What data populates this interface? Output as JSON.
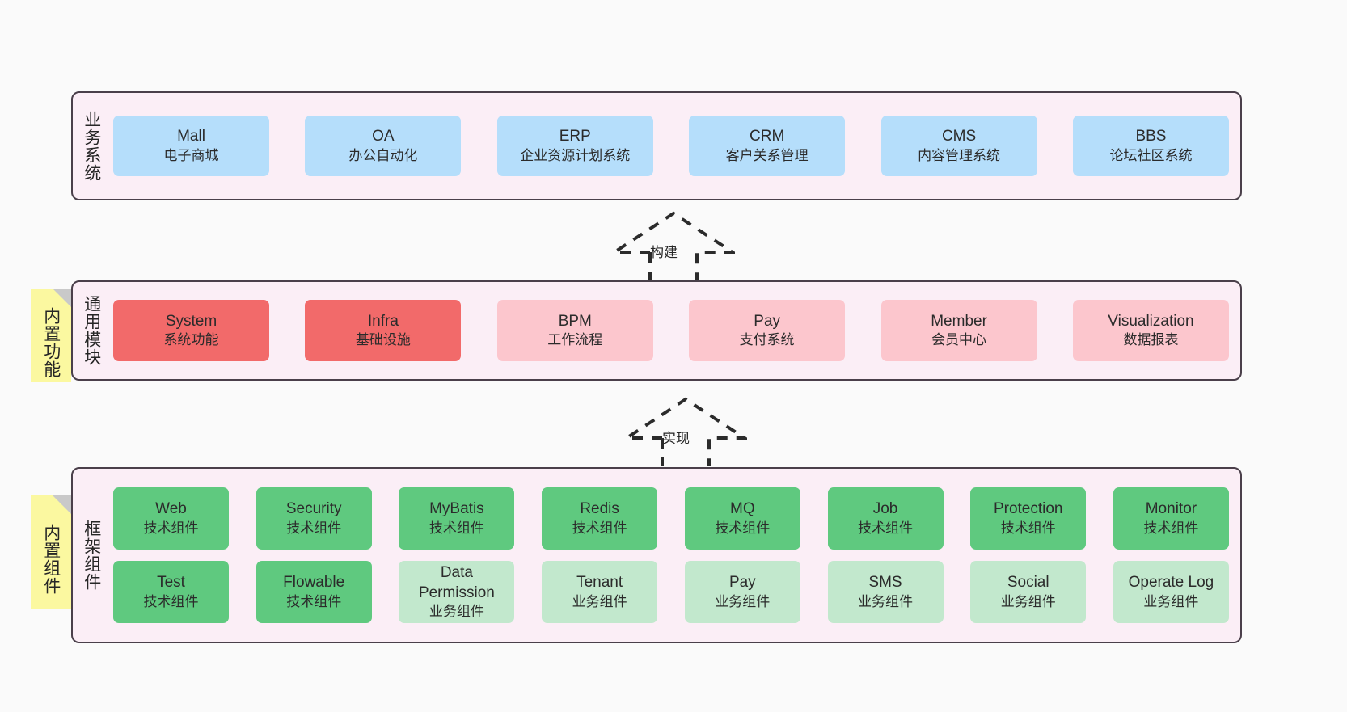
{
  "diagram": {
    "background_color": "#fafafa",
    "panel_color": "#fbeef6",
    "panel_border_color": "#4a3f4a",
    "sticky_color": "#fbf8a0"
  },
  "layers": [
    {
      "id": "business-system",
      "title": "业务系统",
      "sticky": null,
      "rows": [
        {
          "cards": [
            {
              "title": "Mall",
              "subtitle": "电子商城",
              "color": "#b5defb",
              "variant": "c-blue"
            },
            {
              "title": "OA",
              "subtitle": "办公自动化",
              "color": "#b5defb",
              "variant": "c-blue"
            },
            {
              "title": "ERP",
              "subtitle": "企业资源计划系统",
              "color": "#b5defb",
              "variant": "c-blue"
            },
            {
              "title": "CRM",
              "subtitle": "客户关系管理",
              "color": "#b5defb",
              "variant": "c-blue"
            },
            {
              "title": "CMS",
              "subtitle": "内容管理系统",
              "color": "#b5defb",
              "variant": "c-blue"
            },
            {
              "title": "BBS",
              "subtitle": "论坛社区系统",
              "color": "#b5defb",
              "variant": "c-blue"
            }
          ]
        }
      ]
    },
    {
      "id": "common-module",
      "title": "通用模块",
      "sticky": "内置功能",
      "rows": [
        {
          "cards": [
            {
              "title": "System",
              "subtitle": "系统功能",
              "color": "#f26a6a",
              "variant": "c-red"
            },
            {
              "title": "Infra",
              "subtitle": "基础设施",
              "color": "#f26a6a",
              "variant": "c-red"
            },
            {
              "title": "BPM",
              "subtitle": "工作流程",
              "color": "#fcc6cd",
              "variant": "c-pink"
            },
            {
              "title": "Pay",
              "subtitle": "支付系统",
              "color": "#fcc6cd",
              "variant": "c-pink"
            },
            {
              "title": "Member",
              "subtitle": "会员中心",
              "color": "#fcc6cd",
              "variant": "c-pink"
            },
            {
              "title": "Visualization",
              "subtitle": "数据报表",
              "color": "#fcc6cd",
              "variant": "c-pink"
            }
          ]
        }
      ]
    },
    {
      "id": "framework-component",
      "title": "框架组件",
      "sticky": "内置组件",
      "rows": [
        {
          "cards": [
            {
              "title": "Web",
              "subtitle": "技术组件",
              "color": "#5fc97f",
              "variant": "c-green"
            },
            {
              "title": "Security",
              "subtitle": "技术组件",
              "color": "#5fc97f",
              "variant": "c-green"
            },
            {
              "title": "MyBatis",
              "subtitle": "技术组件",
              "color": "#5fc97f",
              "variant": "c-green"
            },
            {
              "title": "Redis",
              "subtitle": "技术组件",
              "color": "#5fc97f",
              "variant": "c-green"
            },
            {
              "title": "MQ",
              "subtitle": "技术组件",
              "color": "#5fc97f",
              "variant": "c-green"
            },
            {
              "title": "Job",
              "subtitle": "技术组件",
              "color": "#5fc97f",
              "variant": "c-green"
            },
            {
              "title": "Protection",
              "subtitle": "技术组件",
              "color": "#5fc97f",
              "variant": "c-green"
            },
            {
              "title": "Monitor",
              "subtitle": "技术组件",
              "color": "#5fc97f",
              "variant": "c-green"
            }
          ]
        },
        {
          "cards": [
            {
              "title": "Test",
              "subtitle": "技术组件",
              "color": "#5fc97f",
              "variant": "c-green"
            },
            {
              "title": "Flowable",
              "subtitle": "技术组件",
              "color": "#5fc97f",
              "variant": "c-green"
            },
            {
              "title": "Data Permission",
              "subtitle": "业务组件",
              "color": "#c2e8cd",
              "variant": "c-lightgreen"
            },
            {
              "title": "Tenant",
              "subtitle": "业务组件",
              "color": "#c2e8cd",
              "variant": "c-lightgreen"
            },
            {
              "title": "Pay",
              "subtitle": "业务组件",
              "color": "#c2e8cd",
              "variant": "c-lightgreen"
            },
            {
              "title": "SMS",
              "subtitle": "业务组件",
              "color": "#c2e8cd",
              "variant": "c-lightgreen"
            },
            {
              "title": "Social",
              "subtitle": "业务组件",
              "color": "#c2e8cd",
              "variant": "c-lightgreen"
            },
            {
              "title": "Operate Log",
              "subtitle": "业务组件",
              "color": "#c2e8cd",
              "variant": "c-lightgreen"
            }
          ]
        }
      ]
    }
  ],
  "connectors": [
    {
      "id": "build",
      "label": "构建",
      "from": "common-module",
      "to": "business-system",
      "style": "dashed-outline-arrow-up"
    },
    {
      "id": "implement",
      "label": "实现",
      "from": "framework-component",
      "to": "common-module",
      "style": "dashed-outline-arrow-up"
    }
  ]
}
